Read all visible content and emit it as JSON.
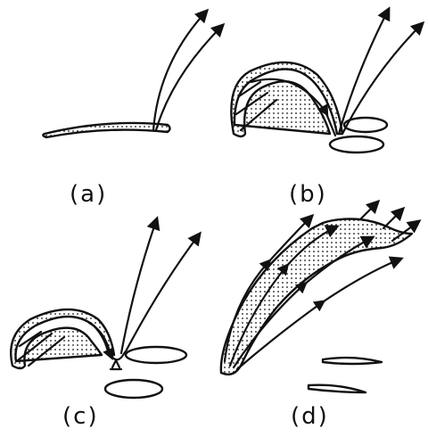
{
  "panels": [
    {
      "id": "a",
      "label": "(a)"
    },
    {
      "id": "b",
      "label": "(b)"
    },
    {
      "id": "c",
      "label": "(c)"
    },
    {
      "id": "d",
      "label": "(d)"
    }
  ],
  "colors": {
    "ink": "#111111",
    "paper": "#ffffff"
  }
}
